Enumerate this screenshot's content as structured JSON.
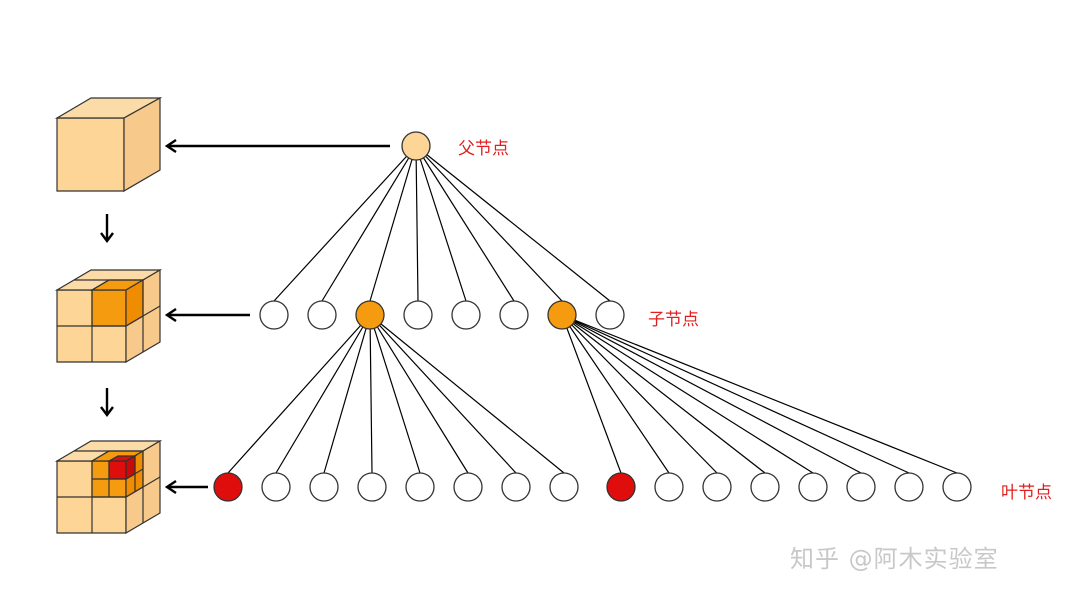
{
  "labels": {
    "parent": "父节点",
    "child": "子节点",
    "leaf": "叶节点"
  },
  "watermark": "知乎 @阿木实验室",
  "tree": {
    "parent_count": 1,
    "child_count": 8,
    "expanded_children": [
      3,
      7
    ],
    "leaf_groups": [
      {
        "parent_child": 3,
        "count": 8,
        "highlighted": [
          1
        ]
      },
      {
        "parent_child": 7,
        "count": 8,
        "highlighted": [
          1
        ]
      }
    ]
  },
  "colors": {
    "parent_node": "#fcd597",
    "expanded_child": "#f59b10",
    "leaf_highlight": "#e00d0d",
    "empty_node": "#ffffff",
    "cube_face": "#fcd597",
    "cube_sub": "#f59b10",
    "cube_leaf": "#e00d0d",
    "label": "#e02020"
  },
  "icons": {
    "arrow_left": "arrow-left-icon",
    "arrow_down": "arrow-down-icon",
    "cube": "cube-icon"
  }
}
